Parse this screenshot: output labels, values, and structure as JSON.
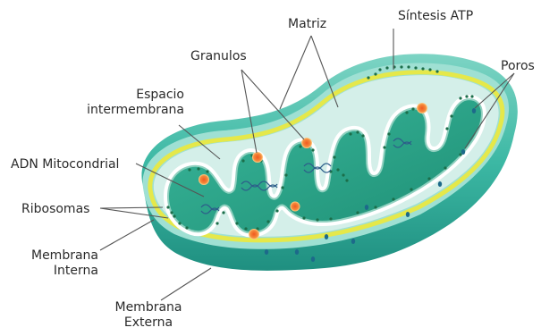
{
  "labels": {
    "matriz": "Matriz",
    "sintesis": "Síntesis ATP",
    "granulos": "Granulos",
    "poros": "Poros",
    "espacio_line1": "Espacio",
    "espacio_line2": "intermembrana",
    "adn": "ADN Mitocondrial",
    "ribosomas": "Ribosomas",
    "interna_line1": "Membrana",
    "interna_line2": "Interna",
    "externa_line1": "Membrana",
    "externa_line2": "Externa"
  },
  "colors": {
    "outer_membrane": "#3cb8a4",
    "outer_shade": "#2a9d8c",
    "yellow_membrane": "#e8ea4a",
    "intermembrane_space": "#d3efe9",
    "matrix": "#2aa78d",
    "matrix_dark": "#1f8f78",
    "granule": "#f07a3a",
    "granule_ring": "#ffd27a",
    "pore": "#1d6a8a",
    "dna": "#2d5d8a",
    "ribosome": "#1e6b4e",
    "leader": "#555555"
  }
}
